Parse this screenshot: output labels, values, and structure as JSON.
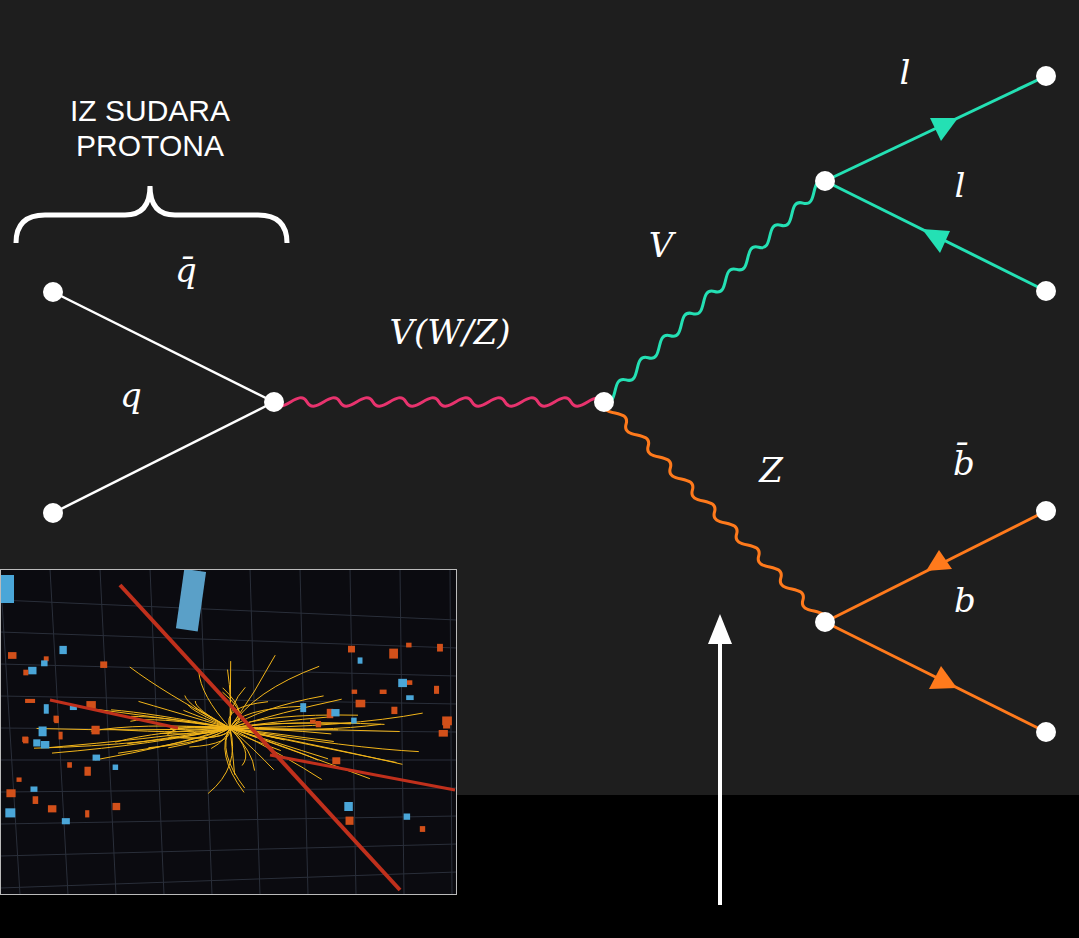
{
  "diagram": {
    "labels": [
      "IZ SUDARA PROTONA",
      "q̄",
      "q",
      "V(W/Z)",
      "V",
      "l",
      "l",
      "Z",
      "b̄",
      "b"
    ]
  }
}
